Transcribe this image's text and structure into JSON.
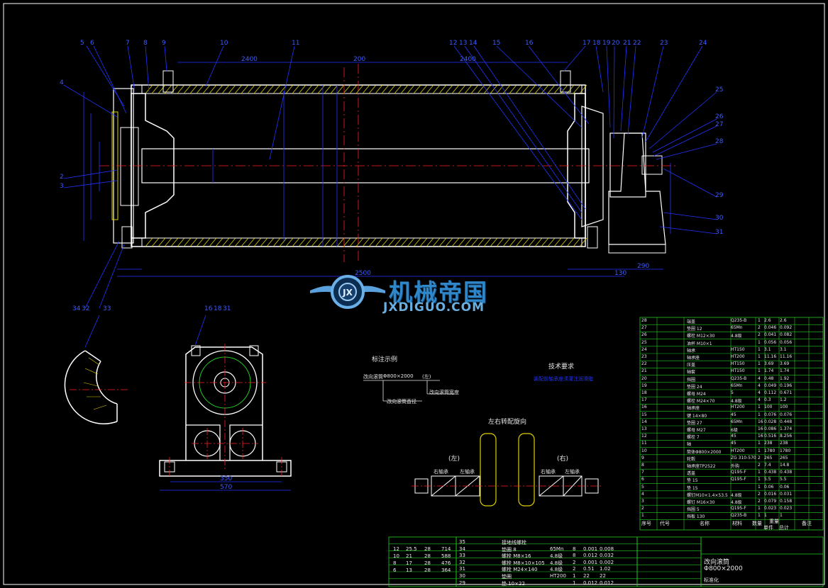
{
  "colors": {
    "background": "#000000",
    "outline": "#ffffff",
    "dimension": "#2233ff",
    "centerline": "#ff2020",
    "table": "#22cc22",
    "hatch": "#e0d000",
    "callout": "#ffffff"
  },
  "watermark": {
    "logo": "JX",
    "title": "机械帝国",
    "subtitle": "JXDIGUO.COM"
  },
  "main_view": {
    "part_callouts": [
      "5",
      "6",
      "7",
      "8",
      "9",
      "10",
      "11",
      "12",
      "13",
      "14",
      "15",
      "16",
      "17",
      "18",
      "19",
      "20",
      "21",
      "22",
      "23",
      "24",
      "25",
      "26",
      "27",
      "28",
      "29",
      "30",
      "31"
    ],
    "left_callouts": [
      "4",
      "2",
      "3"
    ],
    "dimensions": {
      "top_1": "2400",
      "top_2": "200",
      "top_3": "2400",
      "bottom_1": "2500",
      "bottom_2": "130",
      "bottom_3": "290"
    }
  },
  "detail_view": {
    "callouts": [
      "34",
      "32",
      "33"
    ]
  },
  "bearing_view": {
    "callouts": [
      "16",
      "18",
      "31"
    ],
    "dim_1": "350",
    "dim_2": "570"
  },
  "annotation_example": {
    "title": "标注示例",
    "model_label": "改向滚筒",
    "model_value": "Φ800×2000",
    "suffix": "(左)",
    "note_1": "改向滚筒直径",
    "note_2": "改向滚筒宽度"
  },
  "tech_requirements": {
    "title": "技术要求",
    "line": "装配前轴承座须灌注润滑脂"
  },
  "orientation": {
    "title": "左右转配旋向",
    "left": "(左)",
    "right": "(右)",
    "label_a": "右轴承",
    "label_b": "左轴承"
  },
  "bom": {
    "rows": [
      {
        "no": "28",
        "name": "端盖",
        "material": "Q235-B",
        "qty": "1",
        "w1": "2.6",
        "w2": "2.6"
      },
      {
        "no": "27",
        "name": "垫圈 12",
        "material": "65Mn",
        "qty": "2",
        "w1": "0.046",
        "w2": "0.092"
      },
      {
        "no": "26",
        "name": "螺栓 M12×30",
        "material": "4.8级",
        "qty": "2",
        "w1": "0.041",
        "w2": "0.082"
      },
      {
        "no": "25",
        "name": "油杯 M10×1",
        "material": "",
        "qty": "1",
        "w1": "0.056",
        "w2": "0.056"
      },
      {
        "no": "24",
        "name": "轴承",
        "material": "HT150",
        "qty": "1",
        "w1": "3.1",
        "w2": "3.1"
      },
      {
        "no": "23",
        "name": "轴承座",
        "material": "HT200",
        "qty": "1",
        "w1": "11.16",
        "w2": "11.16"
      },
      {
        "no": "22",
        "name": "压盖",
        "material": "HT150",
        "qty": "1",
        "w1": "3.69",
        "w2": "3.69"
      },
      {
        "no": "21",
        "name": "轴套",
        "material": "HT150",
        "qty": "1",
        "w1": "1.74",
        "w2": "1.74"
      },
      {
        "no": "20",
        "name": "挡圈",
        "material": "Q235-B",
        "qty": "4",
        "w1": "0.48",
        "w2": "1.92"
      },
      {
        "no": "19",
        "name": "垫圈 24",
        "material": "65Mn",
        "qty": "4",
        "w1": "0.049",
        "w2": "0.196"
      },
      {
        "no": "18",
        "name": "螺母 M24",
        "material": "5",
        "qty": "4",
        "w1": "0.112",
        "w2": "0.671"
      },
      {
        "no": "17",
        "name": "螺栓 M24×70",
        "material": "4.8级",
        "qty": "4",
        "w1": "0.3",
        "w2": "1.2"
      },
      {
        "no": "16",
        "name": "轴承座",
        "material": "HT200",
        "qty": "1",
        "w1": "100",
        "w2": "100"
      },
      {
        "no": "15",
        "name": "键 14×80",
        "material": "45",
        "qty": "1",
        "w1": "0.076",
        "w2": "0.076"
      },
      {
        "no": "14",
        "name": "垫圈 27",
        "material": "65Mn",
        "qty": "16",
        "w1": "0.028",
        "w2": "0.448"
      },
      {
        "no": "13",
        "name": "螺母 M27",
        "material": "6级",
        "qty": "16",
        "w1": "0.086",
        "w2": "1.374"
      },
      {
        "no": "12",
        "name": "螺栓 7",
        "material": "45",
        "qty": "16",
        "w1": "0.516",
        "w2": "8.256"
      },
      {
        "no": "11",
        "name": "轴",
        "material": "45",
        "qty": "1",
        "w1": "238",
        "w2": "238"
      },
      {
        "no": "10",
        "name": "筒体Φ800×2000",
        "material": "HT200",
        "qty": "1",
        "w1": "1780",
        "w2": "1780"
      },
      {
        "no": "9",
        "name": "轮毂",
        "material": "ZG 310-570",
        "qty": "2",
        "w1": "265",
        "w2": "265"
      },
      {
        "no": "8",
        "name": "轴承座TP2522",
        "material": "外购",
        "qty": "2",
        "w1": "7.4",
        "w2": "14.8"
      },
      {
        "no": "7",
        "name": "透盖",
        "material": "Q195-F",
        "qty": "1",
        "w1": "0.438",
        "w2": "0.438"
      },
      {
        "no": "6",
        "name": "垫 15",
        "material": "Q195-F",
        "qty": "1",
        "w1": "5.5",
        "w2": "5.5"
      },
      {
        "no": "5",
        "name": "垫 15",
        "material": "",
        "qty": "1",
        "w1": "0.06",
        "w2": "0.06"
      },
      {
        "no": "4",
        "name": "螺钉M10×1.4×53.5",
        "material": "4.8级",
        "qty": "2",
        "w1": "0.016",
        "w2": "0.031"
      },
      {
        "no": "3",
        "name": "螺钉 M16×30",
        "material": "4.8级",
        "qty": "2",
        "w1": "0.079",
        "w2": "0.158"
      },
      {
        "no": "2",
        "name": "挡圈 5",
        "material": "Q195-F",
        "qty": "1",
        "w1": "0.023",
        "w2": "0.023"
      },
      {
        "no": "1",
        "name": "挡板 130",
        "material": "Q235-B",
        "qty": "1",
        "w1": "1",
        "w2": "1"
      }
    ],
    "header": [
      "序号",
      "代号",
      "名称",
      "数量",
      "材料",
      "单件",
      "总计",
      "备注"
    ],
    "header_sub": "重量"
  },
  "lower_left_table": [
    {
      "a": "12",
      "b": "25.5",
      "c": "28",
      "d": "714"
    },
    {
      "a": "10",
      "b": "21",
      "c": "28",
      "d": "588"
    },
    {
      "a": "8",
      "b": "17",
      "c": "28",
      "d": "476"
    },
    {
      "a": "6",
      "b": "13",
      "c": "28",
      "d": "364"
    }
  ],
  "lower_mid_table": [
    {
      "no": "35",
      "name": "接地线螺栓",
      "mat": "",
      "qty": "",
      "w1": "",
      "w2": ""
    },
    {
      "no": "34",
      "name": "垫圈 8",
      "mat": "65Mn",
      "qty": "8",
      "w1": "0.001",
      "w2": "0.008"
    },
    {
      "no": "33",
      "name": "螺栓 M8×16",
      "mat": "4.8级",
      "qty": "8",
      "w1": "0.012",
      "w2": "0.032"
    },
    {
      "no": "32",
      "name": "螺栓 M8×10×105",
      "mat": "4.8级",
      "qty": "2",
      "w1": "0.001",
      "w2": "0.002"
    },
    {
      "no": "31",
      "name": "螺栓 M24×140",
      "mat": "4.8级",
      "qty": "2",
      "w1": "0.51",
      "w2": "1.02"
    },
    {
      "no": "30",
      "name": "垫圈",
      "mat": "HT200",
      "qty": "1",
      "w1": "22",
      "w2": "22"
    },
    {
      "no": "29",
      "name": "垫 10×22",
      "mat": "",
      "qty": "1",
      "w1": "0.012",
      "w2": "0.012"
    }
  ],
  "title_block": {
    "name": "改向滚筒",
    "spec": "Φ800×2000",
    "label": "标准化"
  }
}
